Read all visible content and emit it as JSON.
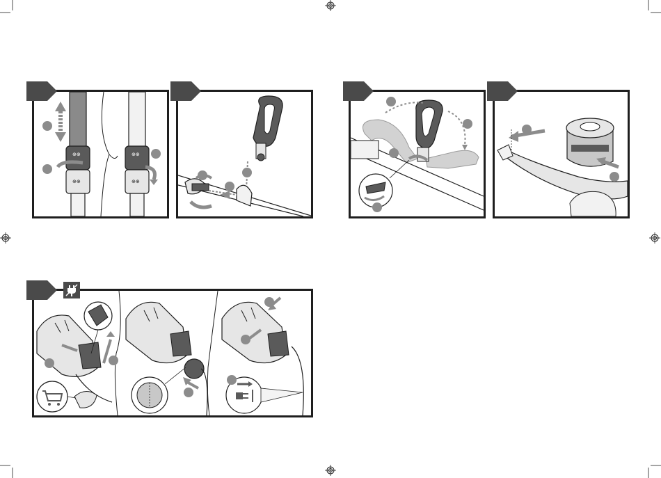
{
  "page": {
    "background": "#ffffff",
    "line_color": "#1e1e1e",
    "tab_color": "#4a4a4a",
    "callout_color": "#8c8c8c",
    "shade_color": "#c8c8c8"
  },
  "icons": {
    "registration": "registration-mark-icon",
    "step_tab": "step-number-tab-icon",
    "unplug": "unplug-power-icon",
    "cart": "shopping-cart-icon",
    "callout": "callout-circle-icon"
  },
  "panels": [
    {
      "id": "adjust-shaft",
      "step": "",
      "callouts": 3
    },
    {
      "id": "attach-handle",
      "step": "",
      "callouts": 3
    },
    {
      "id": "adjust-handle",
      "step": "",
      "callouts": 4
    },
    {
      "id": "attach-guard",
      "step": "",
      "callouts": 2
    },
    {
      "id": "connect-power",
      "step": "",
      "callouts": 6
    }
  ]
}
